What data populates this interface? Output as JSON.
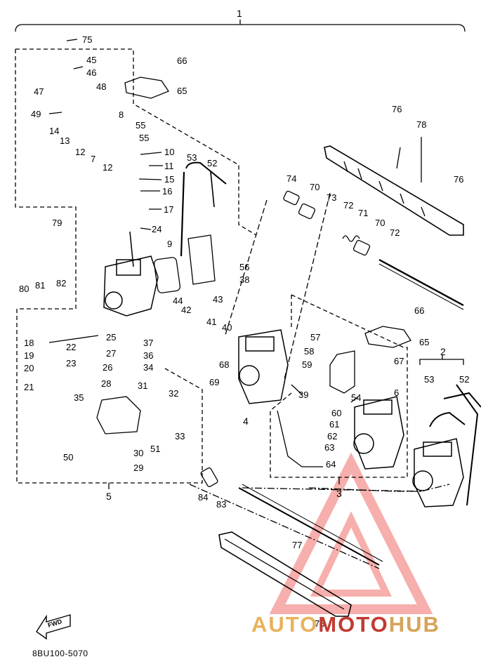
{
  "diagram": {
    "assembly_number": "1",
    "part_code": "8BU100-5070",
    "fwd_label": "FWD",
    "watermark": {
      "part1": "AUTO",
      "part2": "MOTO",
      "part3": "HUB"
    },
    "group_labels": {
      "g5": "5",
      "g3": "3",
      "g2": "2",
      "g4": "4"
    },
    "callouts": {
      "c75": "75",
      "c45": "45",
      "c46": "46",
      "c47": "47",
      "c48": "48",
      "c49": "49",
      "c8": "8",
      "c55a": "55",
      "c55b": "55",
      "c14": "14",
      "c13": "13",
      "c12a": "12",
      "c7": "7",
      "c12b": "12",
      "c10": "10",
      "c11": "11",
      "c15": "15",
      "c16": "16",
      "c17": "17",
      "c24": "24",
      "c66a": "66",
      "c65a": "65",
      "c53a": "53",
      "c52a": "52",
      "c9": "9",
      "c79": "79",
      "c80": "80",
      "c81": "81",
      "c82": "82",
      "c56": "56",
      "c38": "38",
      "c43": "43",
      "c44": "44",
      "c42": "42",
      "c41": "41",
      "c40": "40",
      "c68": "68",
      "c69": "69",
      "c18": "18",
      "c19": "19",
      "c20": "20",
      "c21": "21",
      "c22": "22",
      "c23": "23",
      "c25": "25",
      "c27": "27",
      "c26": "26",
      "c28": "28",
      "c37": "37",
      "c36": "36",
      "c34": "34",
      "c31": "31",
      "c32": "32",
      "c35": "35",
      "c33": "33",
      "c51": "51",
      "c50": "50",
      "c30": "30",
      "c29": "29",
      "c74": "74",
      "c70a": "70",
      "c73": "73",
      "c72a": "72",
      "c71": "71",
      "c70b": "70",
      "c72b": "72",
      "c76a": "76",
      "c78": "78",
      "c76b": "76",
      "c66b": "66",
      "c65b": "65",
      "c57": "57",
      "c58": "58",
      "c59": "59",
      "c67": "67",
      "c39": "39",
      "c54": "54",
      "c6": "6",
      "c60": "60",
      "c61": "61",
      "c62": "62",
      "c63": "63",
      "c64": "64",
      "c53b": "53",
      "c52b": "52",
      "c84": "84",
      "c83": "83",
      "c77": "77",
      "c76c": "76"
    }
  }
}
